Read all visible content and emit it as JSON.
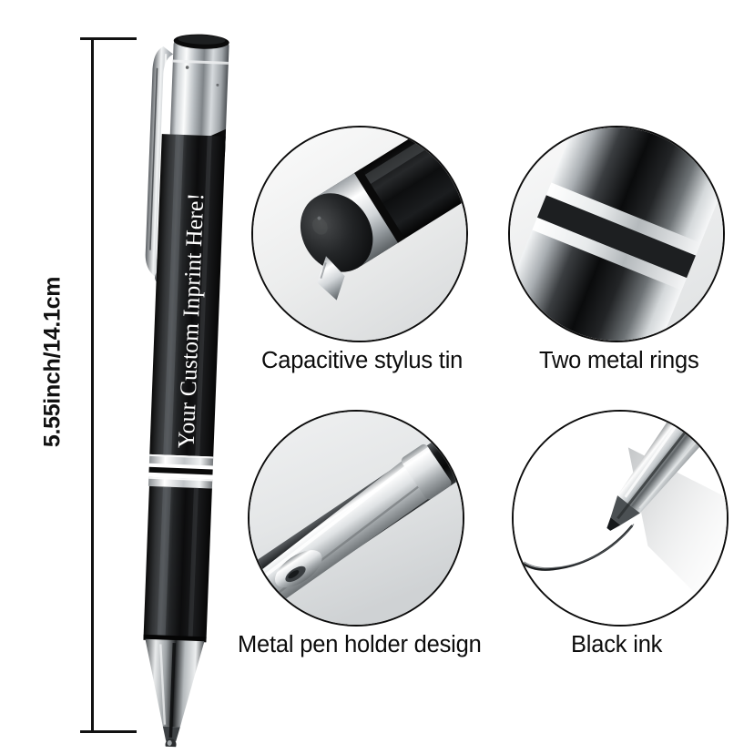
{
  "product": {
    "type": "capacitive-stylus-ballpoint-pen",
    "body_color": "#141414",
    "accent_color": "#c9ccce",
    "background_color": "#ffffff",
    "text_color": "#0c0c0c"
  },
  "dimension": {
    "label": "5.55inch/14.1cm",
    "orientation": "vertical"
  },
  "pen": {
    "imprint_text": "Your Custom Inprint Here!",
    "imprint_color": "#ffffff"
  },
  "details": [
    {
      "id": "detail-1",
      "caption": "Capacitive stylus tin",
      "icon": "stylus-tip-closeup"
    },
    {
      "id": "detail-2",
      "caption": "Two metal rings",
      "icon": "metal-rings-closeup"
    },
    {
      "id": "detail-3",
      "caption": "Metal pen holder design",
      "icon": "pen-clip-closeup"
    },
    {
      "id": "detail-4",
      "caption": "Black ink",
      "icon": "pen-nib-writing-closeup"
    }
  ]
}
